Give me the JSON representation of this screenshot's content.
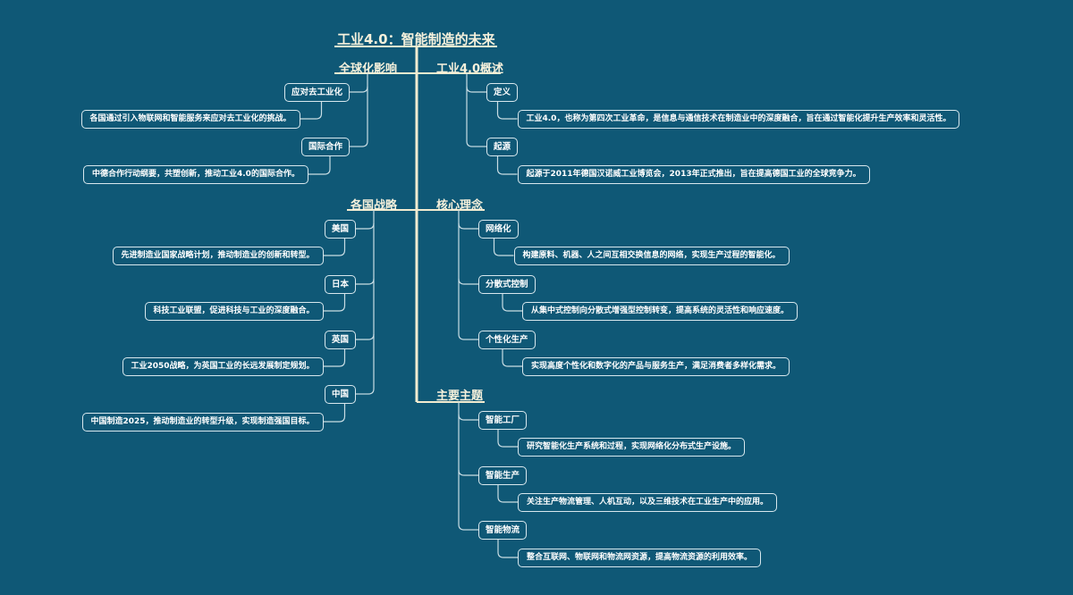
{
  "root": "工业4.0：智能制造的未来",
  "right": [
    {
      "title": "工业4.0概述",
      "children": [
        {
          "label": "定义",
          "detail": "工业4.0，也称为第四次工业革命，是信息与通信技术在制造业中的深度融合，旨在通过智能化提升生产效率和灵活性。"
        },
        {
          "label": "起源",
          "detail": "起源于2011年德国汉诺威工业博览会，2013年正式推出，旨在提高德国工业的全球竞争力。"
        }
      ]
    },
    {
      "title": "核心理念",
      "children": [
        {
          "label": "网络化",
          "detail": "构建原料、机器、人之间互相交换信息的网络，实现生产过程的智能化。"
        },
        {
          "label": "分散式控制",
          "detail": "从集中式控制向分散式增强型控制转变，提高系统的灵活性和响应速度。"
        },
        {
          "label": "个性化生产",
          "detail": "实现高度个性化和数字化的产品与服务生产，满足消费者多样化需求。"
        }
      ]
    },
    {
      "title": "主要主题",
      "children": [
        {
          "label": "智能工厂",
          "detail": "研究智能化生产系统和过程，实现网络化分布式生产设施。"
        },
        {
          "label": "智能生产",
          "detail": "关注生产物流管理、人机互动，以及三维技术在工业生产中的应用。"
        },
        {
          "label": "智能物流",
          "detail": "整合互联网、物联网和物流网资源，提高物流资源的利用效率。"
        }
      ]
    }
  ],
  "left": [
    {
      "title": "全球化影响",
      "children": [
        {
          "label": "应对去工业化",
          "detail": "各国通过引入物联网和智能服务来应对去工业化的挑战。"
        },
        {
          "label": "国际合作",
          "detail": "中德合作行动纲要，共塑创新，推动工业4.0的国际合作。"
        }
      ]
    },
    {
      "title": "各国战略",
      "children": [
        {
          "label": "美国",
          "detail": "先进制造业国家战略计划，推动制造业的创新和转型。"
        },
        {
          "label": "日本",
          "detail": "科技工业联盟，促进科技与工业的深度融合。"
        },
        {
          "label": "英国",
          "detail": "工业2050战略，为英国工业的长远发展制定规划。"
        },
        {
          "label": "中国",
          "detail": "中国制造2025，推动制造业的转型升级，实现制造强国目标。"
        }
      ]
    }
  ]
}
